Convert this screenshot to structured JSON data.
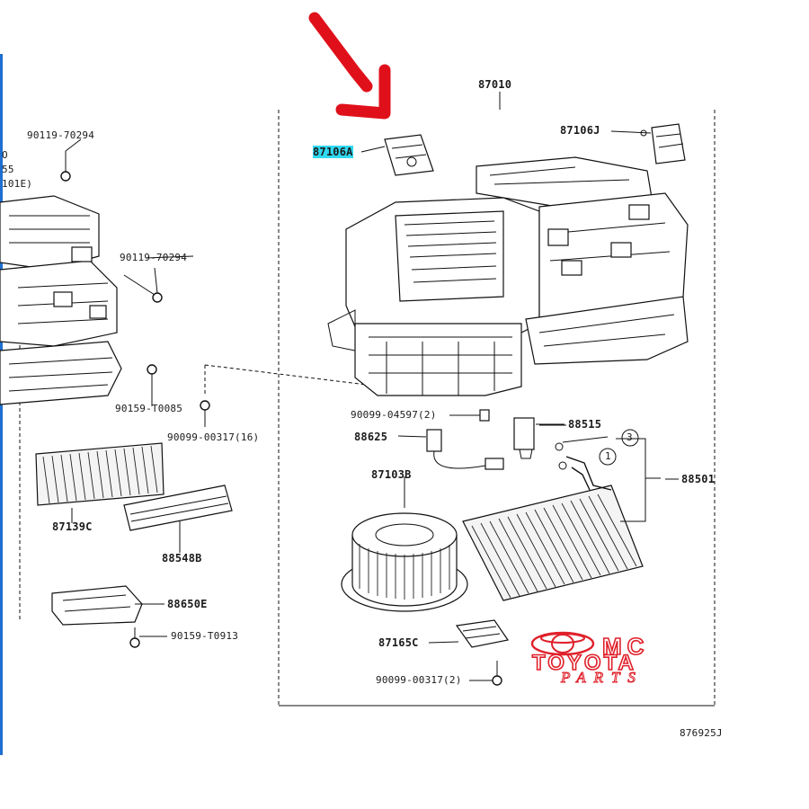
{
  "labels": {
    "p87010": "87010",
    "p87106a": "87106A",
    "p87106j": "87106J",
    "p90119_a": "90119-70294",
    "p90119_b": "90119-70294",
    "p90159_a": "90159-T0085",
    "p90099_16": "90099-00317(16)",
    "p90099_04597": "90099-04597(2)",
    "p88625": "88625",
    "p88515": "88515",
    "p88501": "88501",
    "p87103b": "87103B",
    "p87139c": "87139C",
    "p88548b": "88548B",
    "p88650e": "88650E",
    "p90159_b": "90159-T0913",
    "p87165c": "87165C",
    "p90099_2": "90099-00317(2)",
    "diagram_code": "876925J",
    "edge_o": "O",
    "edge_55": "55",
    "edge_101e": "101E)",
    "callout_1": "1",
    "callout_3": "3"
  },
  "logo": {
    "mc": "MC",
    "toyota": "TOYOTA",
    "parts": "PARTS"
  },
  "colors": {
    "arrow": "#e0101a",
    "highlight": "#2fd8f0",
    "left_edge_bar": "#1f6fd1",
    "logo_red": "#e0202a"
  },
  "icons": {
    "pointer": "red-arrow-icon",
    "brand": "toyota-emblem-icon"
  }
}
